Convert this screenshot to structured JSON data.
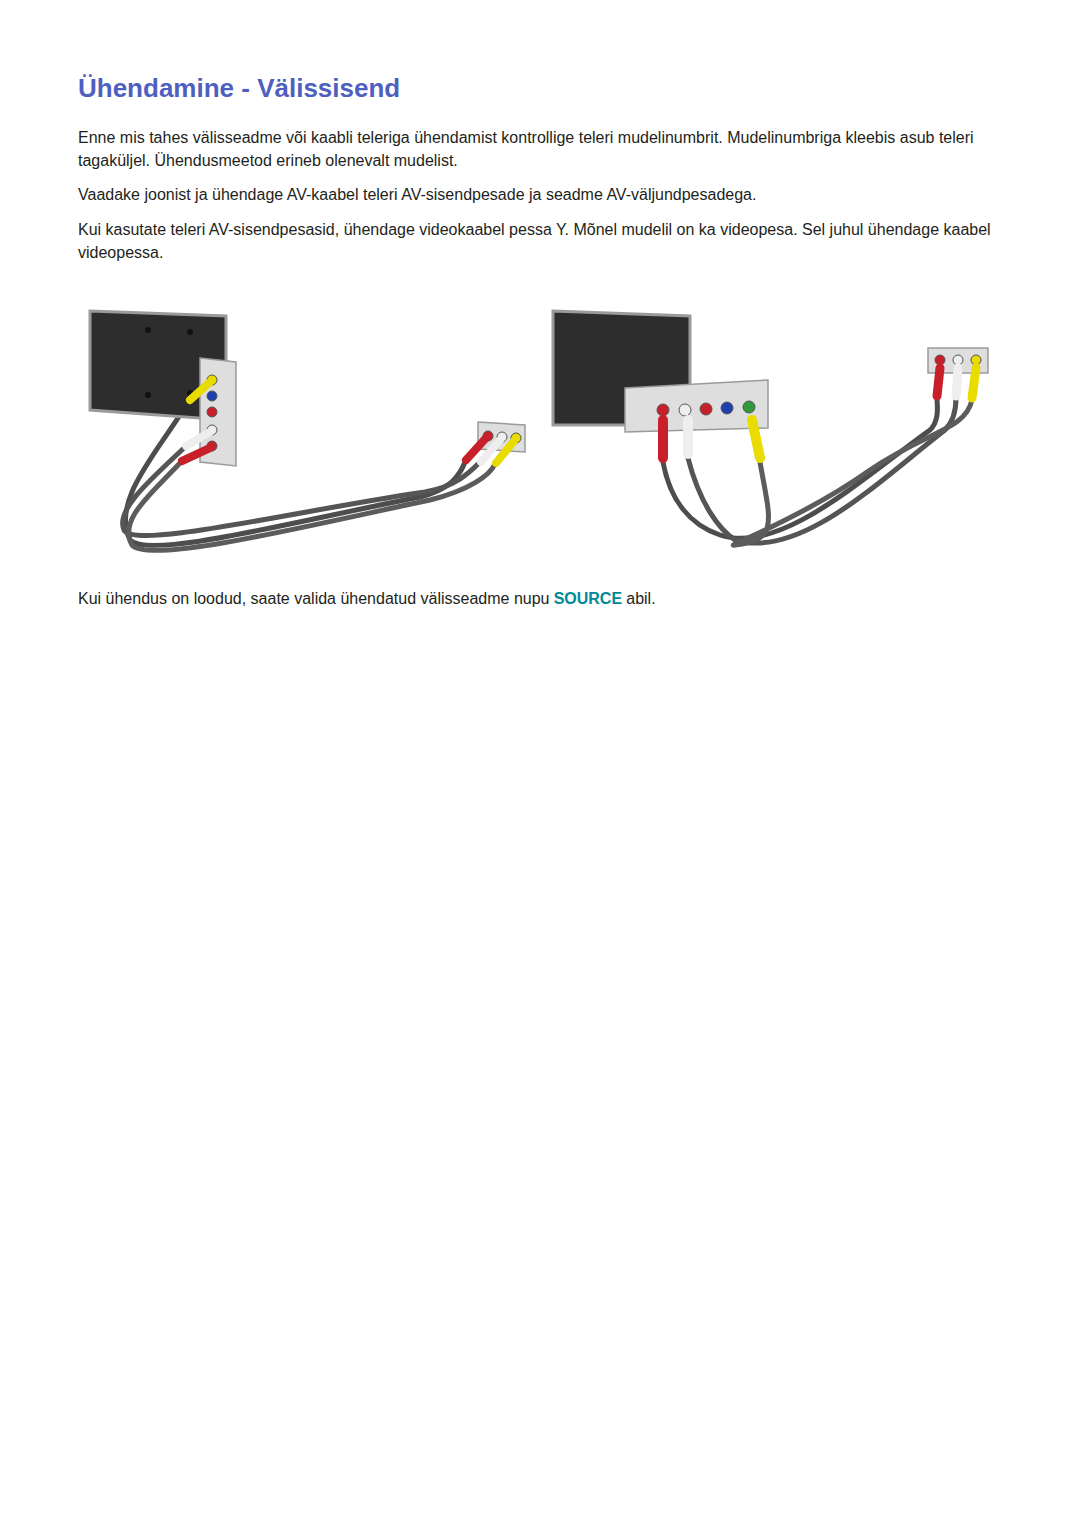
{
  "diagram": {
    "title": "Ühendamine - Välissisend",
    "labels": [
      "Enne mis tahes välisseadme või kaabli teleriga ühendamist kontrollige teleri mudelinumbrit. Mudelinumbriga kleebis asub teleri tagaküljel. Ühendusmeetod erineb olenevalt mudelist.",
      "Vaadake joonist ja ühendage AV-kaabel teleri AV-sisendpesade ja seadme AV-väljundpesadega.",
      "Kui kasutate teleri AV-sisendpesasid, ühendage videokaabel pessa Y. Mõnel mudelil on ka videopesa. Sel juhul ühendage kaabel videopessa.",
      "Kui ühendus on loodud, saate valida ühendatud välisseadme nupu",
      "SOURCE",
      "abil."
    ]
  }
}
